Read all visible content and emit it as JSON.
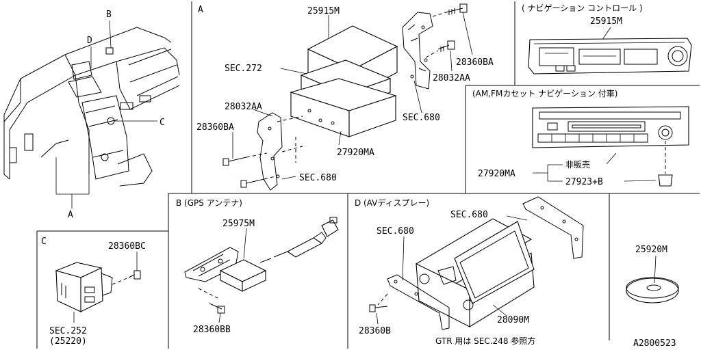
{
  "panels": {
    "A": "A",
    "B": "B (GPS アンテナ)",
    "C": "C",
    "D": "D (AVディスプレー)",
    "nav_control": "( ナビゲーション コントロール )",
    "am_fm": "(AM,FMカセット ナビゲーション 付車)"
  },
  "overview": {
    "callout_A": "A",
    "callout_B": "B",
    "callout_C": "C",
    "callout_D": "D"
  },
  "panel_A": {
    "p25915M": "25915M",
    "sec272": "SEC.272",
    "p28032AA_left": "28032AA",
    "p28360BA_left": "28360BA",
    "p27920MA": "27920MA",
    "sec680_bottom": "SEC.680",
    "p28360BA_right": "28360BA",
    "p28032AA_right": "28032AA",
    "sec680_right": "SEC.680"
  },
  "panel_nav": {
    "p25915M": "25915M"
  },
  "panel_amfm": {
    "p27920MA": "27920MA",
    "not_sold": "非販売",
    "p27923B": "27923+B"
  },
  "panel_C": {
    "p28360BC": "28360BC",
    "sec252": "SEC.252",
    "p25220": "(25220)"
  },
  "panel_B": {
    "p25975M": "25975M",
    "p28360BB": "28360BB"
  },
  "panel_D": {
    "sec680_top": "SEC.680",
    "sec680_left": "SEC.680",
    "p28090M": "28090M",
    "p28360B": "28360B",
    "gtr_note": "GTR 用は SEC.248 参照方"
  },
  "panel_disc": {
    "p25920M": "25920M"
  },
  "footer": {
    "drawing_no": "A2800523"
  }
}
